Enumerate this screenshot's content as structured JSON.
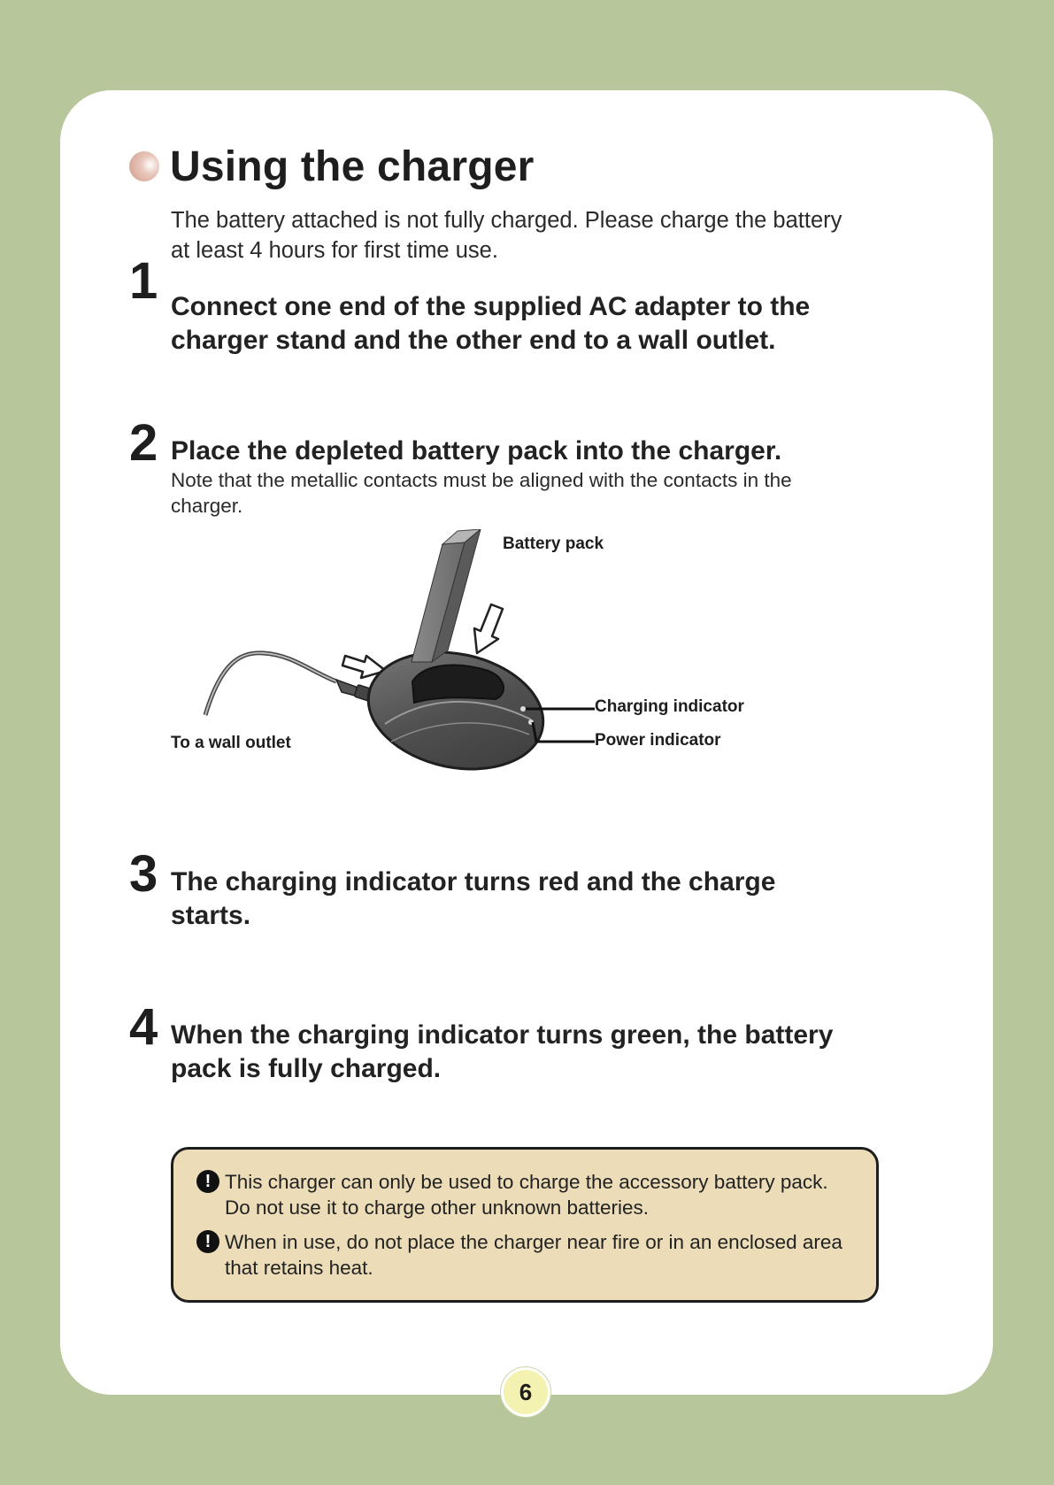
{
  "section": {
    "title": "Using the charger",
    "intro": "The battery attached is not fully charged. Please charge the battery at least 4 hours for first time use."
  },
  "steps": [
    {
      "number": "1",
      "text": "Connect one end of the supplied AC adapter to the charger stand and the other end to a wall outlet."
    },
    {
      "number": "2",
      "text": "Place the depleted battery pack into the charger.",
      "note": "Note that the metallic contacts must be aligned with the contacts in the charger."
    },
    {
      "number": "3",
      "text": "The charging indicator turns red and the charge starts."
    },
    {
      "number": "4",
      "text": "When the charging indicator turns green, the battery pack is fully charged."
    }
  ],
  "diagram": {
    "battery_label": "Battery pack",
    "charging_indicator_label": "Charging indicator",
    "power_indicator_label": "Power indicator",
    "wall_outlet_label": "To a wall outlet"
  },
  "cautions": [
    {
      "icon": "exclamation-icon",
      "text": "This charger can only be used to charge the accessory battery pack. Do not use it to charge other unknown batteries."
    },
    {
      "icon": "exclamation-icon",
      "text": "When in use, do not place the charger near fire or in an enclosed area that retains heat."
    }
  ],
  "page_number": "6",
  "colors": {
    "background": "#b8c79b",
    "page": "#ffffff",
    "caution_box": "#ecddb8",
    "page_number_badge": "#f4f2b0"
  }
}
